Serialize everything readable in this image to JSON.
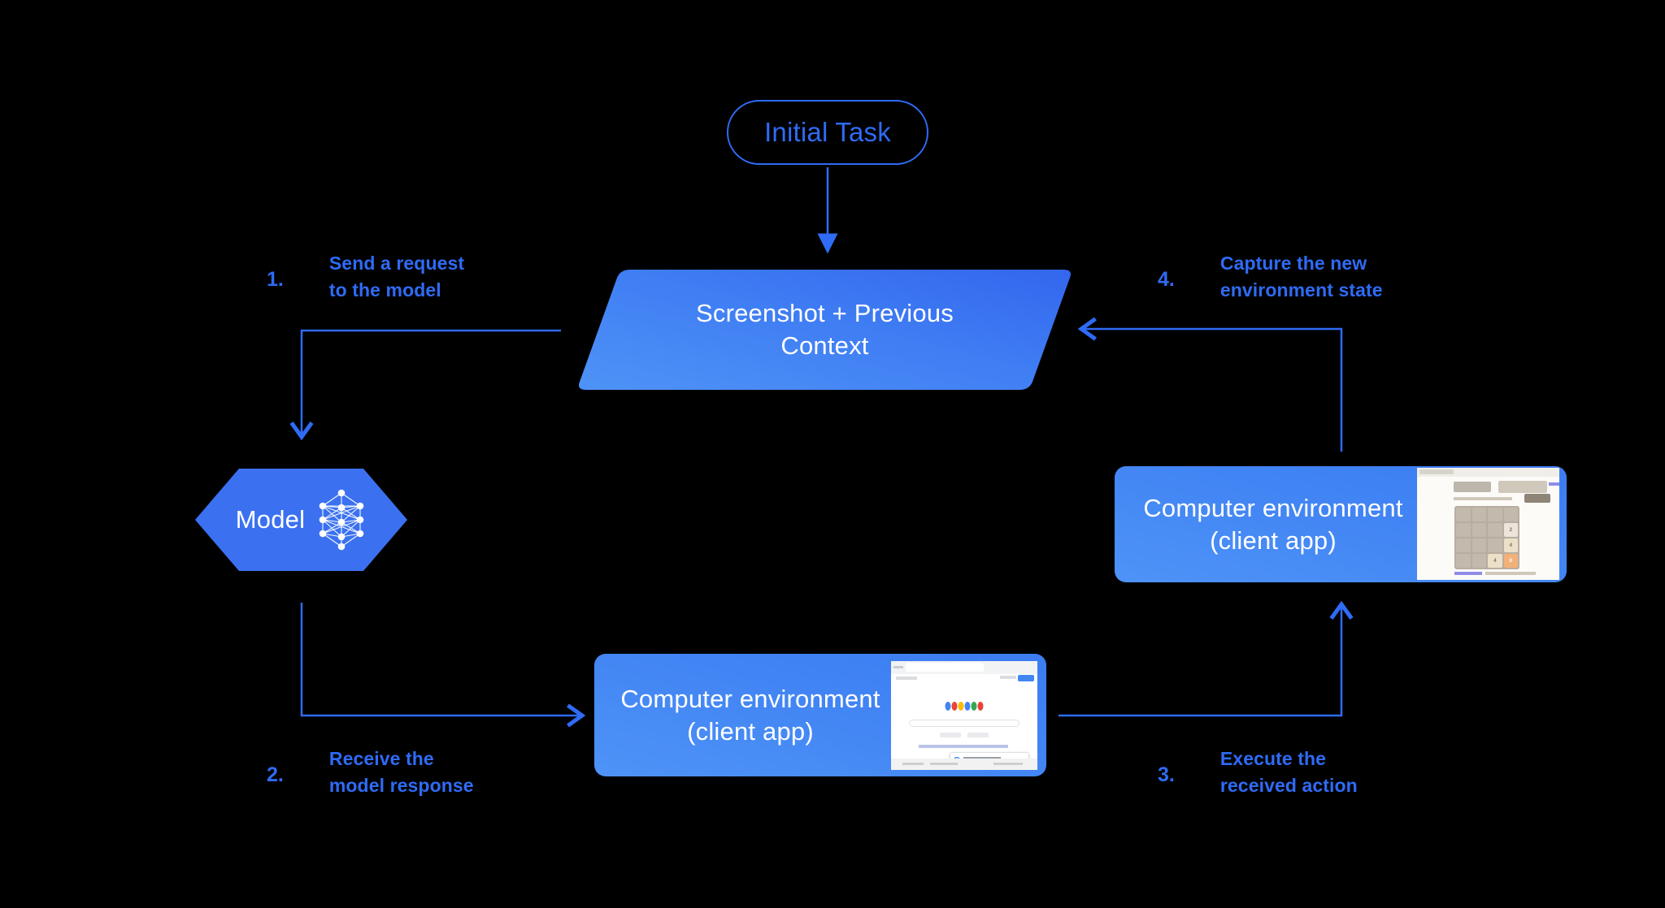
{
  "diagram": {
    "title_node": {
      "label": "Initial Task"
    },
    "context_node": {
      "label_line1": "Screenshot + Previous",
      "label_line2": "Context"
    },
    "model_node": {
      "label": "Model",
      "icon": "neural-network-icon"
    },
    "env_right": {
      "label_line1": "Computer environment",
      "label_line2": "(client app)",
      "thumbnail": "2048-game-screenshot"
    },
    "env_bottom": {
      "label_line1": "Computer environment",
      "label_line2": "(client app)",
      "thumbnail": "google-search-screenshot"
    },
    "steps": [
      {
        "number": "1.",
        "line1": "Send a request",
        "line2": "to the model"
      },
      {
        "number": "2.",
        "line1": "Receive the",
        "line2": "model response"
      },
      {
        "number": "3.",
        "line1": "Execute the",
        "line2": "received action"
      },
      {
        "number": "4.",
        "line1": "Capture the new",
        "line2": "environment state"
      }
    ]
  },
  "thumbnails": {
    "game_2048": {
      "title": "2048.org",
      "grid": [
        [
          "",
          "",
          "",
          ""
        ],
        [
          "",
          "",
          "",
          "2"
        ],
        [
          "",
          "",
          "",
          "4"
        ],
        [
          "",
          "",
          "4",
          "8"
        ]
      ]
    },
    "google": {
      "logo": "google-logo"
    }
  },
  "colors": {
    "background": "#000000",
    "accent_blue": "#2f6bf5",
    "gradient_light": "#4e93f7",
    "gradient_deep": "#3366ee",
    "text_white": "#ffffff"
  }
}
